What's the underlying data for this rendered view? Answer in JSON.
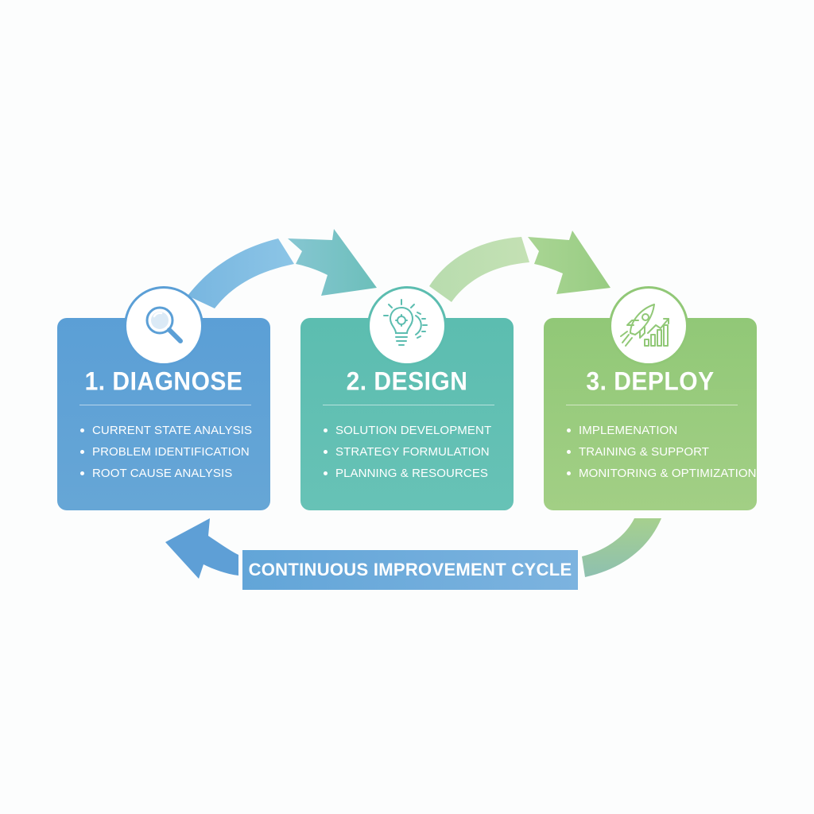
{
  "steps": [
    {
      "title": "1. DIAGNOSE",
      "icon": "magnifier-icon",
      "items": [
        "CURRENT STATE ANALYSIS",
        "PROBLEM IDENTIFICATION",
        "ROOT CAUSE ANALYSIS"
      ]
    },
    {
      "title": "2. DESIGN",
      "icon": "lightbulb-gear-icon",
      "items": [
        "SOLUTION DEVELOPMENT",
        "STRATEGY FORMULATION",
        "PLANNING & RESOURCES"
      ]
    },
    {
      "title": "3. DEPLOY",
      "icon": "rocket-growth-icon",
      "items": [
        "IMPLEMENATION",
        "TRAINING & SUPPORT",
        "MONITORING & OPTIMIZATION"
      ]
    }
  ],
  "cycle_label": "CONTINUOUS IMPROVEMENT CYCLE",
  "colors": {
    "diagnose": "#5b9fd6",
    "design": "#5cbdb0",
    "deploy": "#91c877",
    "cycle": "#62a5d8"
  }
}
